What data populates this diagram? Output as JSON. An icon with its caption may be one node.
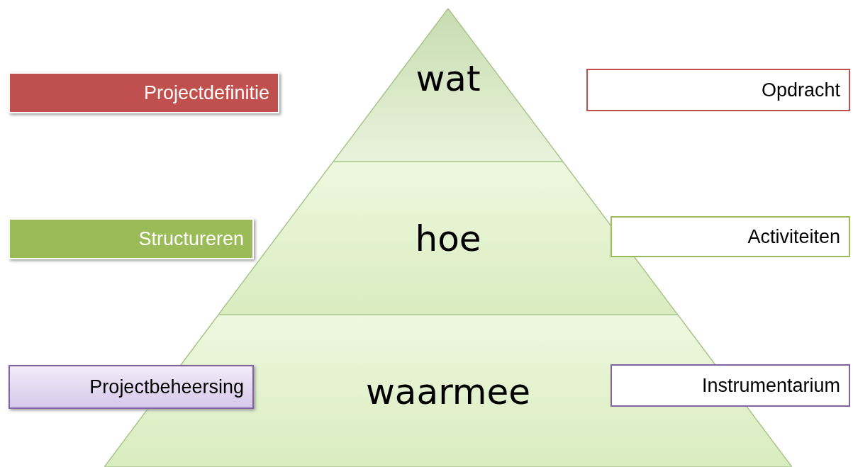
{
  "diagram": {
    "nodes": [
      {
        "text": [
          "Projectdefinitie"
        ]
      },
      {
        "text": [
          "wat"
        ]
      },
      {
        "text": [
          "Opdracht"
        ]
      },
      {
        "text": [
          "Structureren"
        ]
      },
      {
        "text": [
          "hoe"
        ]
      },
      {
        "text": [
          "Activiteiten"
        ]
      },
      {
        "text": [
          "Projectbeheersing"
        ]
      },
      {
        "text": [
          "waarmee"
        ]
      },
      {
        "text": [
          "Instrumentarium"
        ]
      }
    ],
    "edges": []
  }
}
